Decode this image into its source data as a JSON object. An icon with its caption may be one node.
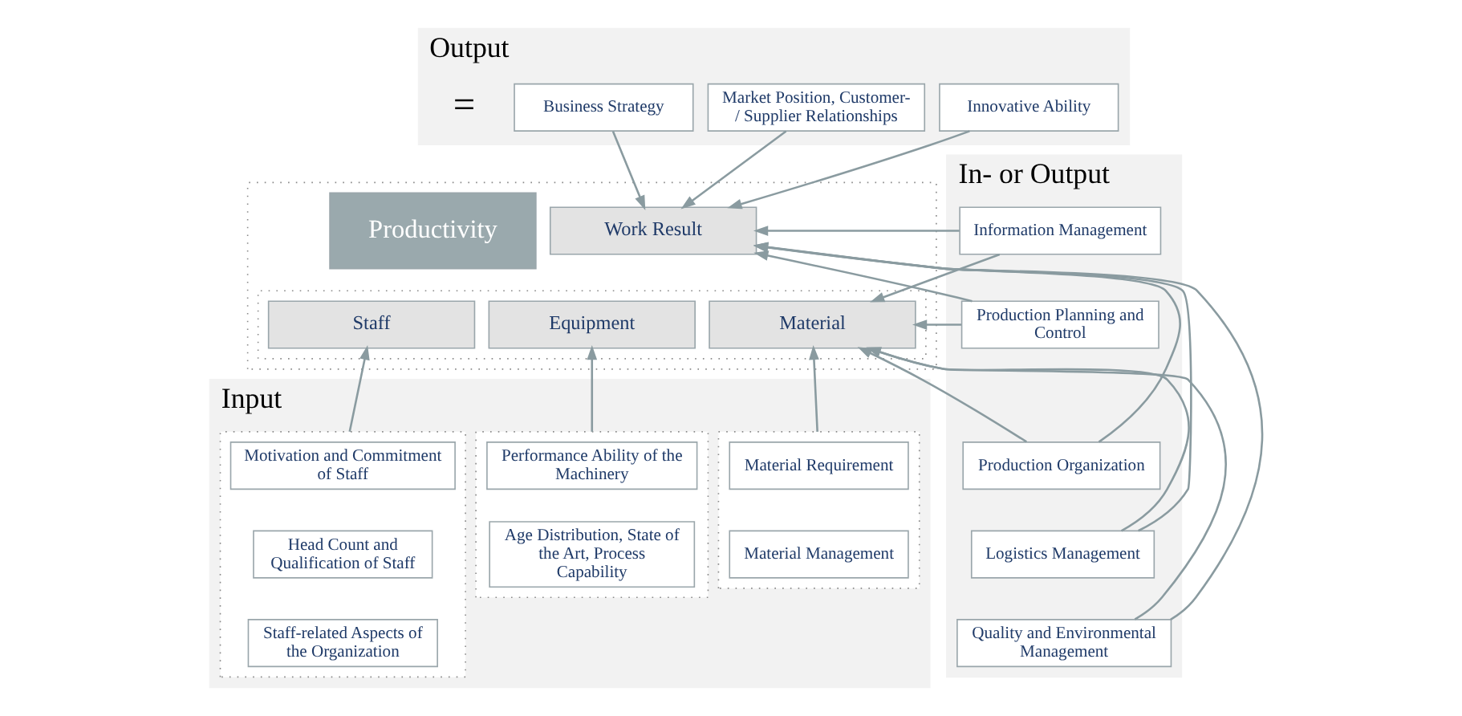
{
  "diagram": {
    "nodes": [
      {
        "text": [
          "Output"
        ]
      },
      {
        "text": [
          "Business Strategy"
        ],
        "in": 0
      },
      {
        "text": [
          "Market Position, Customer- / Supplier Relationships"
        ],
        "in": 0
      },
      {
        "text": [
          "Innovative Ability"
        ],
        "in": 0
      },
      {
        "text": [],
        "shape": "box"
      },
      {
        "text": [
          "Productivity"
        ],
        "in": 4
      },
      {
        "text": [
          "Work Result"
        ],
        "in": 4
      },
      {
        "text": [],
        "shape": "box",
        "in": 4
      },
      {
        "text": [
          "Staff"
        ],
        "in": 7
      },
      {
        "text": [
          "Equipment"
        ],
        "in": 7
      },
      {
        "text": [
          "Material"
        ],
        "in": 7
      },
      {
        "text": [
          "Input"
        ]
      },
      {
        "text": [],
        "shape": "box",
        "in": 11
      },
      {
        "text": [
          "Motivation and Commitment of Staff"
        ],
        "in": 12
      },
      {
        "text": [
          "Head Count and Qualification of Staff"
        ],
        "in": 12
      },
      {
        "text": [
          "Staff-related Aspects of the Organization"
        ],
        "in": 12
      },
      {
        "text": [],
        "shape": "box",
        "in": 11
      },
      {
        "text": [
          "Performance Ability of the Machinery"
        ],
        "in": 16
      },
      {
        "text": [
          "Age Distribution, State of the Art, Process Capability"
        ],
        "in": 16
      },
      {
        "text": [],
        "shape": "box",
        "in": 11
      },
      {
        "text": [
          "Material Requirement"
        ],
        "in": 19
      },
      {
        "text": [
          "Material Management"
        ],
        "in": 19
      },
      {
        "text": [
          "In- or Output"
        ]
      },
      {
        "text": [
          "Information Management"
        ],
        "in": 22
      },
      {
        "text": [
          "Production Planning and Control"
        ],
        "in": 22
      },
      {
        "text": [
          "Production Organization"
        ],
        "in": 22
      },
      {
        "text": [
          "Logistics Management"
        ],
        "in": 22
      },
      {
        "text": [
          "Quality and Environmental Management"
        ],
        "in": 22
      }
    ],
    "edges": [
      {
        "from": 1,
        "to": 6,
        "arrow": "to"
      },
      {
        "from": 2,
        "to": 6,
        "arrow": "to"
      },
      {
        "from": 3,
        "to": 6,
        "arrow": "to"
      },
      {
        "from": 12,
        "to": 8,
        "arrow": "to"
      },
      {
        "from": 16,
        "to": 9,
        "arrow": "to"
      },
      {
        "from": 19,
        "to": 10,
        "arrow": "to"
      },
      {
        "from": 23,
        "to": 6,
        "arrow": "to"
      },
      {
        "from": 23,
        "to": 10,
        "arrow": "to"
      },
      {
        "from": 24,
        "to": 6,
        "arrow": "to"
      },
      {
        "from": 24,
        "to": 10,
        "arrow": "to"
      },
      {
        "from": 25,
        "to": 6,
        "arrow": "to"
      },
      {
        "from": 25,
        "to": 10,
        "arrow": "to"
      },
      {
        "from": 26,
        "to": 6,
        "arrow": "to"
      },
      {
        "from": 26,
        "to": 10,
        "arrow": "to"
      },
      {
        "from": 27,
        "to": 6,
        "arrow": "to"
      },
      {
        "from": 27,
        "to": 10,
        "arrow": "to"
      }
    ],
    "labels": [
      "="
    ]
  }
}
